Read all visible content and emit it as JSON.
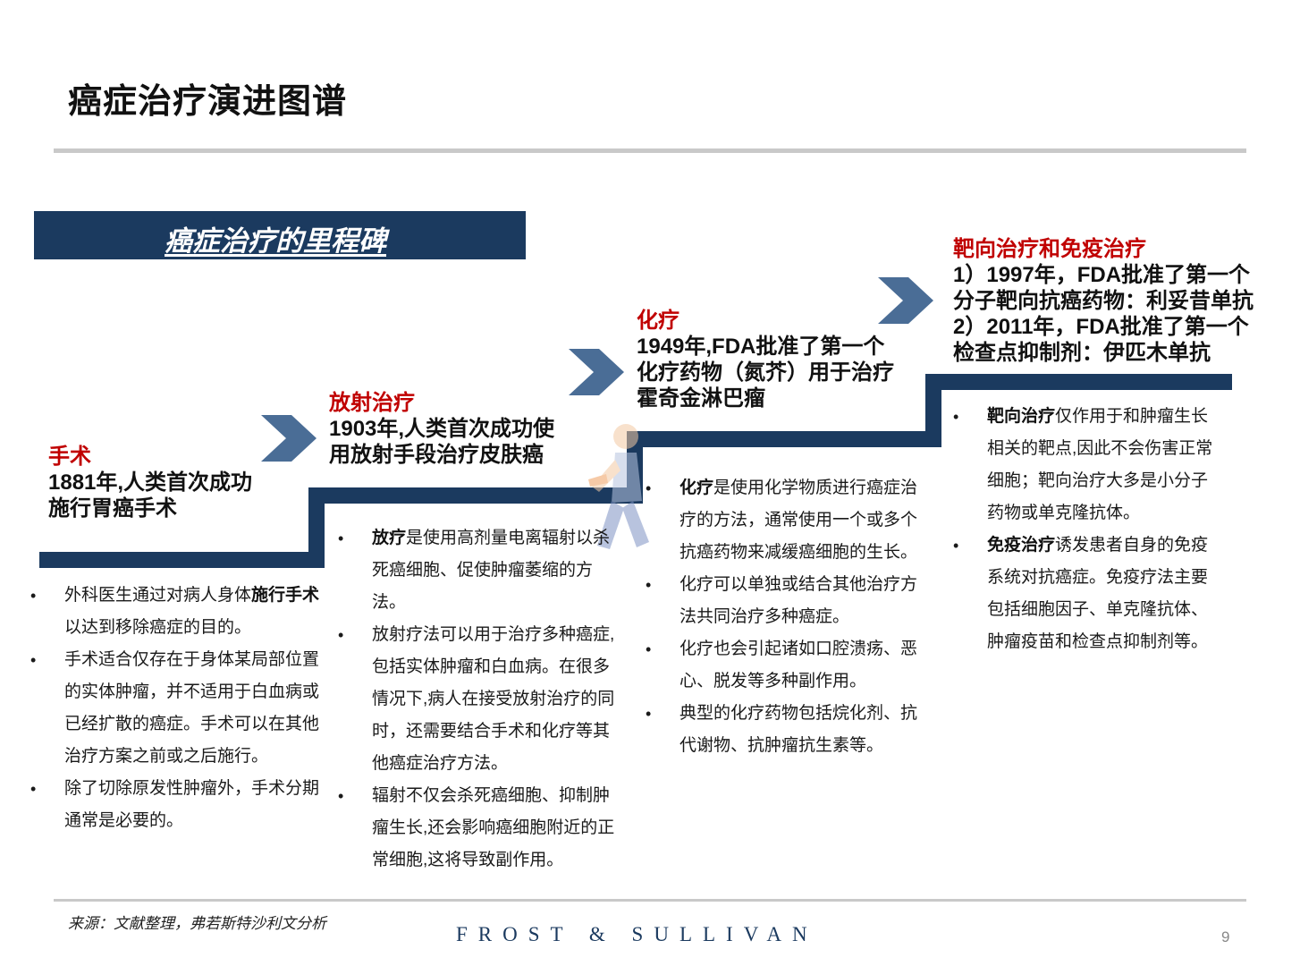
{
  "page": {
    "title": "癌症治疗演进图谱",
    "banner": "癌症治疗的里程碑",
    "source": "来源：文献整理，弗若斯特沙利文分析",
    "logo": "FROST & SULLIVAN",
    "page_number": "9"
  },
  "colors": {
    "navy": "#1b3a5f",
    "red": "#c00000",
    "chevron": "#4a6d96",
    "rule": "#c9c9c9"
  },
  "milestones": [
    {
      "name": "手术",
      "desc": "1881年,人类首次成功施行胃癌手术",
      "bullets": [
        {
          "pre": "外科医生通过对病人身体",
          "bold": "施行手术",
          "post": "以达到移除癌症的目的。"
        },
        {
          "pre": "手术适合仅存在于身体某局部位置的实体肿瘤，并不适用于白血病或已经扩散的癌症。手术可以在其他治疗方案之前或之后施行。",
          "bold": "",
          "post": ""
        },
        {
          "pre": "除了切除原发性肿瘤外，手术分期通常是必要的。",
          "bold": "",
          "post": ""
        }
      ]
    },
    {
      "name": "放射治疗",
      "desc": "1903年,人类首次成功使用放射手段治疗皮肤癌",
      "bullets": [
        {
          "pre": "",
          "bold": "放疗",
          "post": "是使用高剂量电离辐射以杀死癌细胞、促使肿瘤萎缩的方法。"
        },
        {
          "pre": "放射疗法可以用于治疗多种癌症,包括实体肿瘤和白血病。在很多情况下,病人在接受放射治疗的同时，还需要结合手术和化疗等其他癌症治疗方法。",
          "bold": "",
          "post": ""
        },
        {
          "pre": "辐射不仅会杀死癌细胞、抑制肿瘤生长,还会影响癌细胞附近的正常细胞,这将导致副作用。",
          "bold": "",
          "post": ""
        }
      ]
    },
    {
      "name": "化疗",
      "desc": "1949年,FDA批准了第一个化疗药物（氮芥）用于治疗霍奇金淋巴瘤",
      "bullets": [
        {
          "pre": "",
          "bold": "化疗",
          "post": "是使用化学物质进行癌症治疗的方法，通常使用一个或多个抗癌药物来减缓癌细胞的生长。"
        },
        {
          "pre": "化疗可以单独或结合其他治疗方法共同治疗多种癌症。",
          "bold": "",
          "post": ""
        },
        {
          "pre": "化疗也会引起诸如口腔溃疡、恶心、脱发等多种副作用。",
          "bold": "",
          "post": ""
        },
        {
          "pre": "典型的化疗药物包括烷化剂、抗代谢物、抗肿瘤抗生素等。",
          "bold": "",
          "post": ""
        }
      ]
    },
    {
      "name": "靶向治疗和免疫治疗",
      "desc_lines": [
        "1）1997年，FDA批准了第一个",
        "分子靶向抗癌药物：利妥昔单抗",
        "2）2011年，FDA批准了第一个",
        "检查点抑制剂：伊匹木单抗"
      ],
      "bullets": [
        {
          "pre": "",
          "bold": "靶向治疗",
          "post": "仅作用于和肿瘤生长相关的靶点,因此不会伤害正常细胞；靶向治疗大多是小分子药物或单克隆抗体。"
        },
        {
          "pre": "",
          "bold": "免疫治疗",
          "post": "诱发患者自身的免疫系统对抗癌症。免疫疗法主要包括细胞因子、单克隆抗体、肿瘤疫苗和检查点抑制剂等。"
        }
      ]
    }
  ]
}
